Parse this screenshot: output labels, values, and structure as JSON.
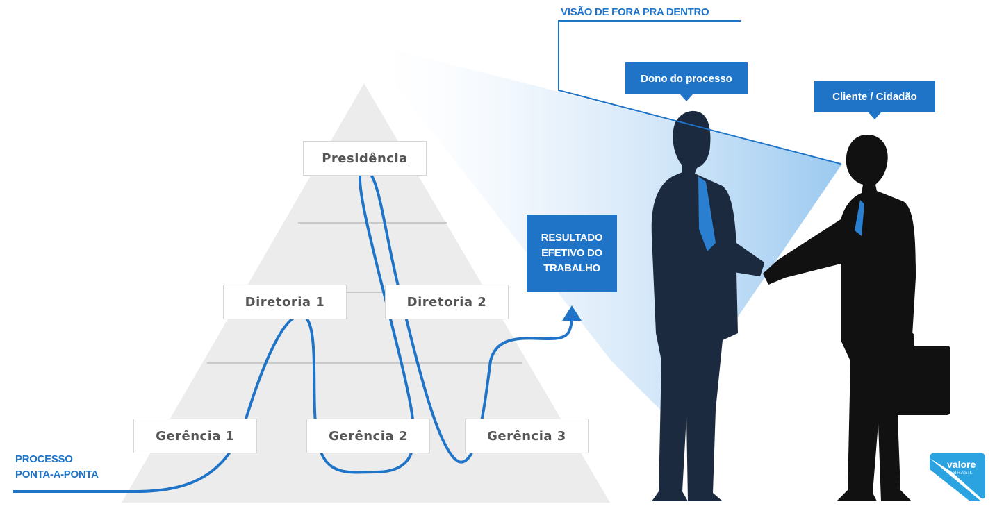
{
  "title": "VISÃO DE FORA PRA DENTRO",
  "process_label_line1": "PROCESSO",
  "process_label_line2": "PONTA-A-PONTA",
  "pyramid": {
    "top": "Presidência",
    "directors": [
      "Diretoria 1",
      "Diretoria 2"
    ],
    "managers": [
      "Gerência 1",
      "Gerência 2",
      "Gerência 3"
    ]
  },
  "result": "RESULTADO\nEFETIVO DO\nTRABALHO",
  "callouts": {
    "owner": "Dono do processo",
    "client": "Cliente / Cidadão"
  },
  "logo": {
    "name": "valore",
    "sub": "BRASIL"
  },
  "colors": {
    "accent": "#1f74c8",
    "pyramid": "#ececec",
    "silhouette_owner": "#1c2a3f",
    "silhouette_client": "#111111",
    "tie": "#2a7fd1",
    "logo": "#2aa3e0"
  }
}
